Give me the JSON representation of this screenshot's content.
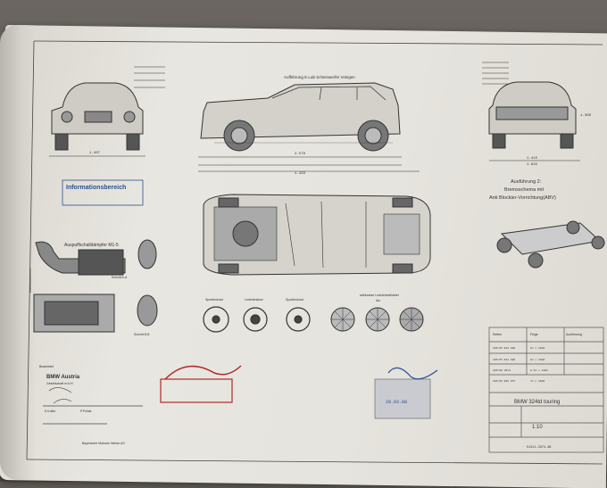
{
  "blueprint": {
    "top_label": "Aufführung E.Lab Scheinwerfer reinigen",
    "section_exhaust": "Auspuffschalldämpfer M1-5",
    "section_brakes_1": "Ausführung 2:",
    "section_brakes_2": "Bremsschema mit",
    "section_brakes_3": "Anti Blockier-Vorrichtung(ABV)",
    "section_lock_a": "Schnitt A-A",
    "section_lock_b": "Schnitt B-B",
    "steering_labels": [
      "Sportlenkrad",
      "Lederlenkrad",
      "Sportlenkrad"
    ],
    "wheel_labels": [
      "wahlweise Leichtmetallräder",
      "Alu"
    ],
    "dim_total_length": "4.433",
    "dim_wheelbase": "2.570",
    "dim_track_front": "1.407",
    "dim_track_rear": "1.415",
    "dim_width": "1.645",
    "dim_height": "1.380",
    "stamp_title": "Informationsbereich",
    "company_name": "BMW Austria",
    "company_sub": "Gesellschaft m.b.H.",
    "sig_label_left": "Bearbeitet",
    "sig_name_1": "K.Kolbe",
    "sig_name_2": "P.Pollak",
    "address_line": "Bayerische Motoren Werke AG",
    "title_drawing": "BMW 324td touring",
    "scale": "1:10",
    "stamp_date": "28.03.88",
    "table_header_1": "Reifen",
    "table_header_2": "Felge",
    "table_header_3": "Ausführung",
    "tire_rows": [
      "195/65 R14 88H",
      "195/65 R14 88H",
      "205/60 VR14",
      "205/55 R15 87V"
    ],
    "rim_sizes": [
      "6J x 14H2",
      "6J x 14H2",
      "6.5J x 14H2",
      "7J x 15H2"
    ],
    "part_number": "51211-3374-4B"
  },
  "colors": {
    "paper": "#e6e4de",
    "ink": "#333333",
    "stamp_blue": "#2c4f8f",
    "stamp_red": "#b02a2a",
    "floor": "#5f5a55"
  }
}
